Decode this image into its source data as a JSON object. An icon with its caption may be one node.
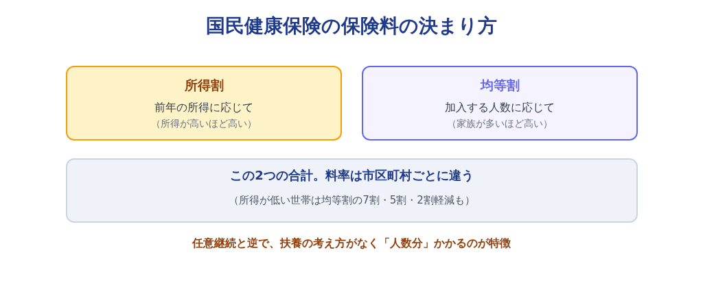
{
  "diagram": {
    "title": "国民健康保険の保険料の決まり方",
    "nodes": [
      {
        "text": [
          "所得割",
          "前年の所得に応じて",
          "（所得が高いほど高い）"
        ]
      },
      {
        "text": [
          "均等割",
          "加入する人数に応じて",
          "（家族が多いほど高い）"
        ]
      },
      {
        "text": [
          "この2つの合計。料率は市区町村ごとに違う",
          "（所得が低い世帯は均等割の7割・5割・2割軽減も）"
        ]
      }
    ],
    "labels": [
      "任意継続と逆で、扶養の考え方がなく「人数分」かかるのが特徴"
    ]
  }
}
